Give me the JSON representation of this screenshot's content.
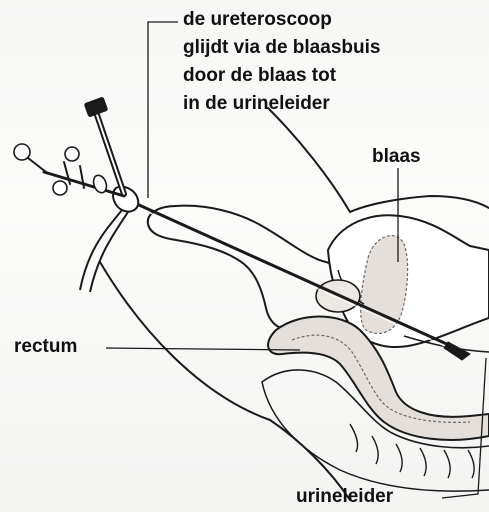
{
  "labels": {
    "ureteroscope_callout": [
      "de ureteroscoop",
      "glijdt via de blaasbuis",
      "door de blaas tot",
      "in de urineleider"
    ],
    "bladder": "blaas",
    "rectum": "rectum",
    "ureter": "urineleider"
  },
  "colors": {
    "line": "#1a1a1a",
    "organ_fill": "#e4dfdb",
    "organ_outline": "#6f6a66"
  }
}
